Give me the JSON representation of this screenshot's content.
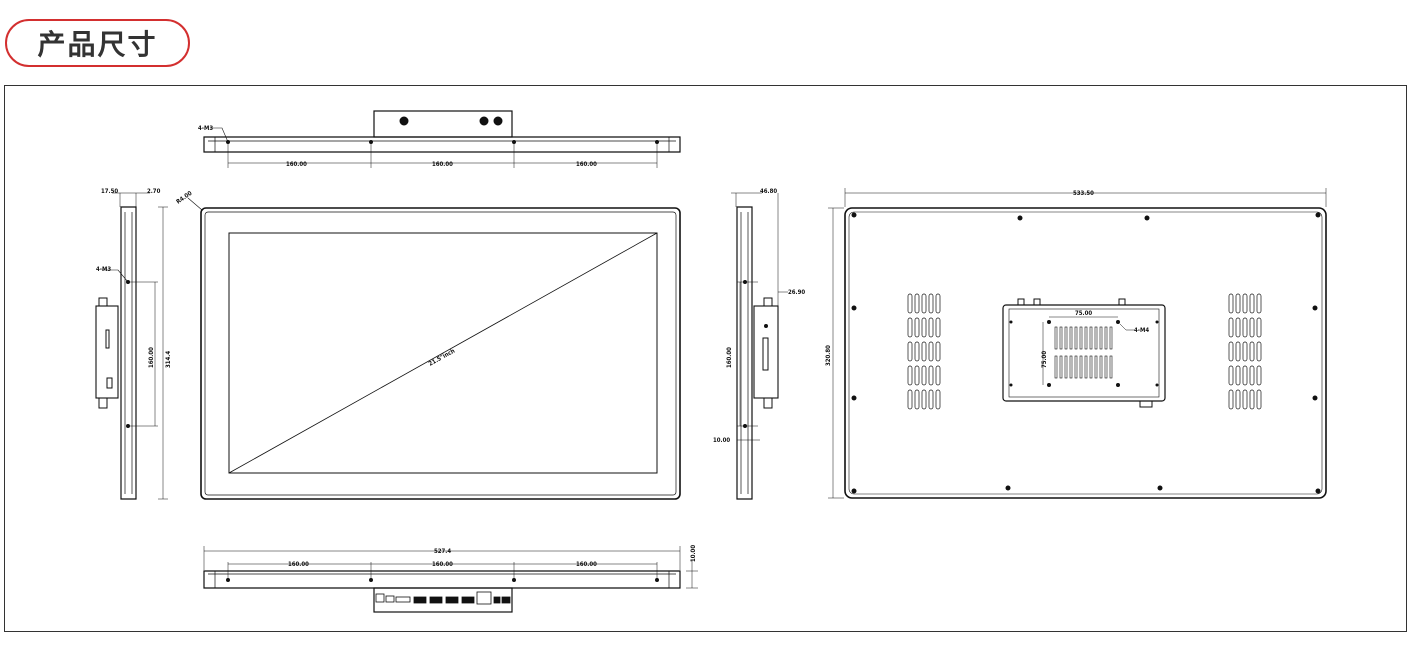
{
  "header": {
    "title": "产品尺寸"
  },
  "drawing": {
    "top_view": {
      "hole_label": "4-M3",
      "spacing": [
        "160.00",
        "160.00",
        "160.00"
      ]
    },
    "left_view": {
      "depth_outer": "17.50",
      "depth_inner": "2.70",
      "hole_label": "4-M3",
      "hole_spacing": "160.00",
      "height": "314.4"
    },
    "front_view": {
      "corner_radius": "R4.00",
      "diagonal": "21.5\"inch"
    },
    "right_view": {
      "depth": "46.80",
      "bracket": "26.90",
      "hole_spacing": "160.00",
      "offset": "10.00"
    },
    "rear_view": {
      "width": "533.50",
      "height": "320.80",
      "vesa_h": "75.00",
      "vesa_v": "75.00",
      "hole_label": "4-M4"
    },
    "bottom_view": {
      "width": "527.4",
      "spacing": [
        "160.00",
        "160.00",
        "160.00"
      ],
      "thickness": "10.00"
    }
  }
}
